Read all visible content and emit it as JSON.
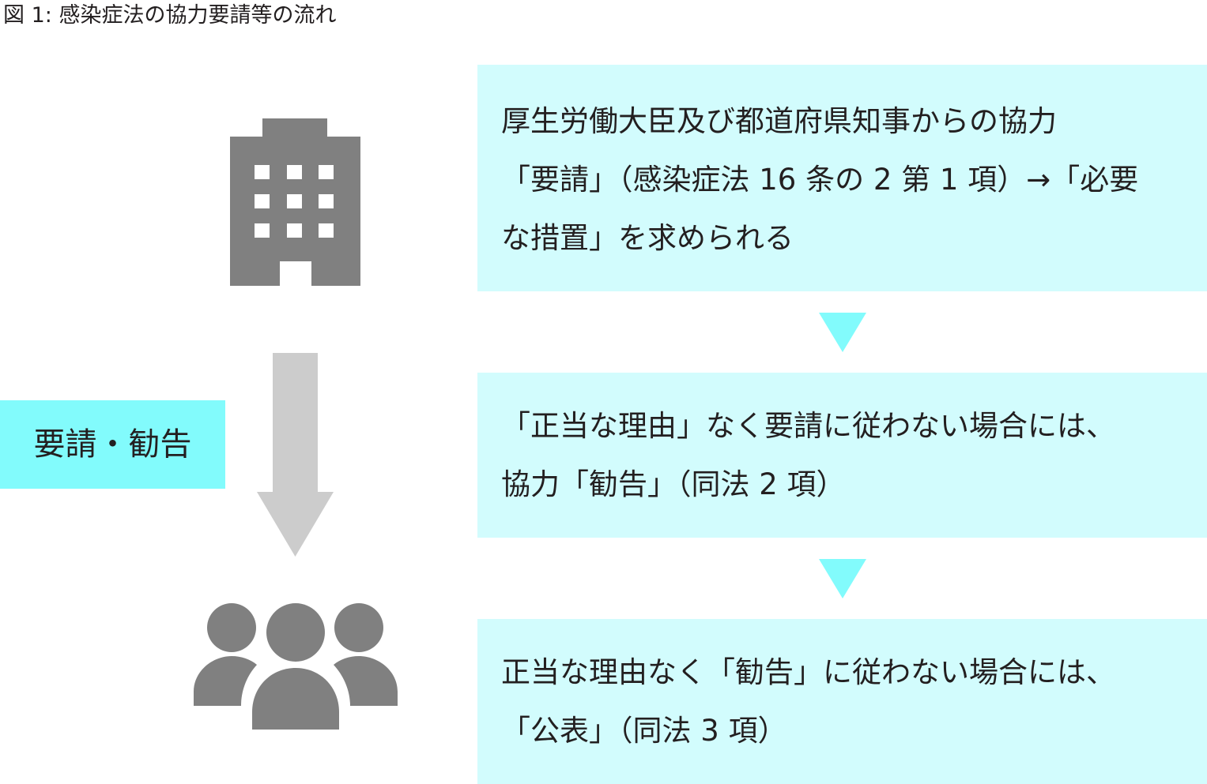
{
  "figure": {
    "caption": "図 1: 感染症法の協力要請等の流れ"
  },
  "side_label": {
    "text": "要請・勧告"
  },
  "steps": [
    {
      "lines": [
        "厚生労働大臣及び都道府県知事からの協力",
        "「要請」（感染症法 16 条の 2 第 1 項）→「必要",
        "な措置」を求められる"
      ]
    },
    {
      "lines": [
        "「正当な理由」なく要請に従わない場合には、",
        "協力「勧告」（同法 2 項）"
      ]
    },
    {
      "lines": [
        "正当な理由なく「勧告」に従わない場合には、",
        "「公表」（同法 3 項）"
      ]
    }
  ],
  "icons": {
    "building": "building-icon",
    "arrow": "arrow-down-icon",
    "people": "people-group-icon",
    "step_arrow": "triangle-down-icon"
  },
  "colors": {
    "step_box": "#d2fcfd",
    "accent": "#82fbfc",
    "icon_gray": "#808080",
    "arrow_gray": "#cccccc",
    "text": "#231f20"
  }
}
